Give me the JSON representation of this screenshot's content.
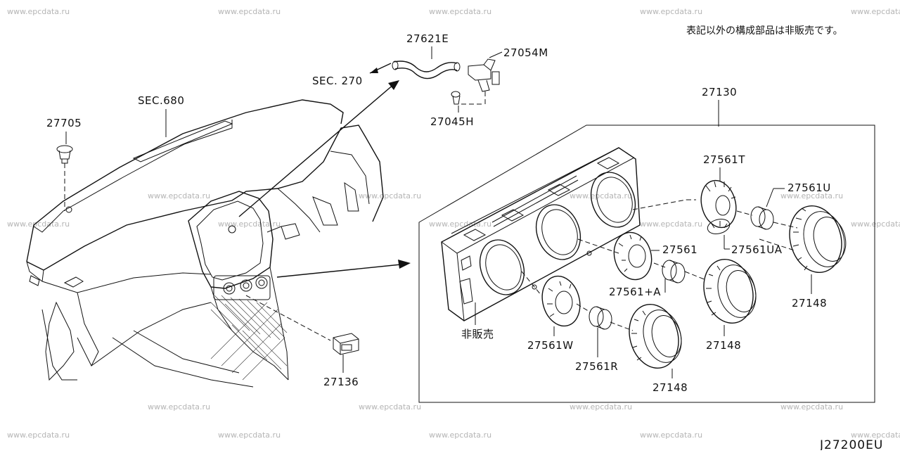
{
  "watermark": "www.epcdata.ru",
  "note": "表記以外の構成部品は非販売です。",
  "diagram_code": "J27200EU",
  "parts": {
    "p27621E": "27621E",
    "p27054M": "27054M",
    "sec270": "SEC. 270",
    "p27045H": "27045H",
    "sec680": "SEC.680",
    "p27705": "27705",
    "p27130": "27130",
    "p27561T": "27561T",
    "p27561U": "27561U",
    "p27561": "27561",
    "p27561UA": "27561UA",
    "p27561A": "27561+A",
    "p27148a": "27148",
    "p27148b": "27148",
    "p27148c": "27148",
    "p27561W": "27561W",
    "p27561R": "27561R",
    "not_sold": "非販売",
    "p27136": "27136"
  }
}
